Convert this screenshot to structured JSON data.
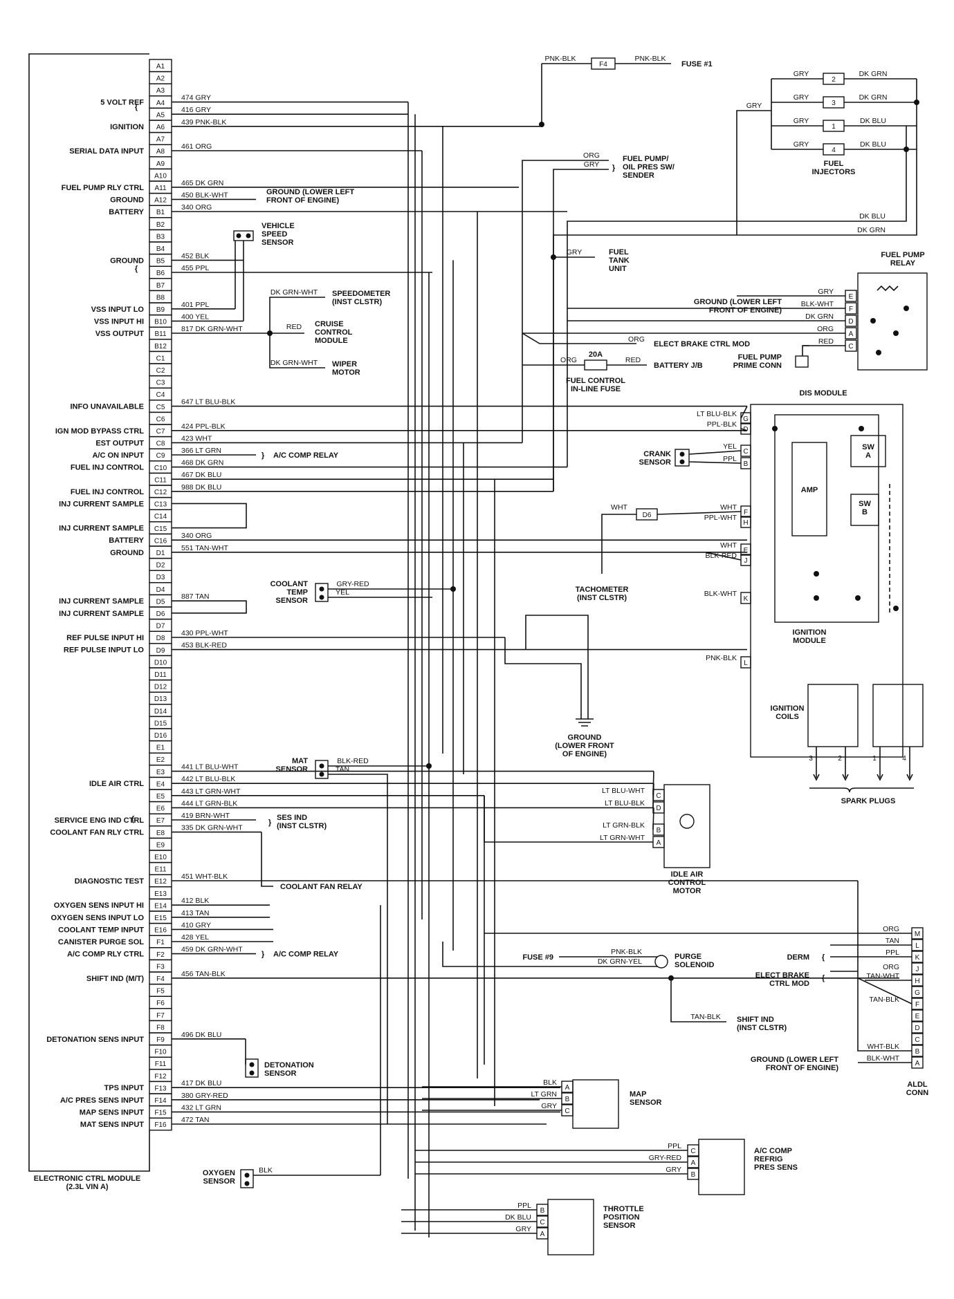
{
  "ecm": {
    "pins": [
      "A1",
      "A2",
      "A3",
      "A4",
      "A5",
      "A6",
      "A7",
      "A8",
      "A9",
      "A10",
      "A11",
      "A12",
      "B1",
      "B2",
      "B3",
      "B4",
      "B5",
      "B6",
      "B7",
      "B8",
      "B9",
      "B10",
      "B11",
      "B12",
      "C1",
      "C2",
      "C3",
      "C4",
      "C5",
      "C6",
      "C7",
      "C8",
      "C9",
      "C10",
      "C11",
      "C12",
      "C13",
      "C14",
      "C15",
      "C16",
      "D1",
      "D2",
      "D3",
      "D4",
      "D5",
      "D6",
      "D7",
      "D8",
      "D9",
      "D10",
      "D11",
      "D12",
      "D13",
      "D14",
      "D15",
      "D16",
      "E1",
      "E2",
      "E3",
      "E4",
      "E5",
      "E6",
      "E7",
      "E8",
      "E9",
      "E10",
      "E11",
      "E12",
      "E13",
      "E14",
      "E15",
      "E16",
      "F1",
      "F2",
      "F3",
      "F4",
      "F5",
      "F6",
      "F7",
      "F8",
      "F9",
      "F10",
      "F11",
      "F12",
      "F13",
      "F14",
      "F15",
      "F16"
    ],
    "title": "ELECTRONIC CTRL MODULE",
    "subtitle": "(2.3L VIN A)"
  },
  "left_labels": [
    {
      "pin": "A4",
      "text": "5 VOLT REF"
    },
    {
      "pin": "A6",
      "text": "IGNITION"
    },
    {
      "pin": "A8",
      "text": "SERIAL DATA INPUT"
    },
    {
      "pin": "A11",
      "text": "FUEL PUMP RLY CTRL"
    },
    {
      "pin": "A12",
      "text": "GROUND"
    },
    {
      "pin": "B1",
      "text": "BATTERY"
    },
    {
      "pin": "B5",
      "text": "GROUND"
    },
    {
      "pin": "B9",
      "text": "VSS INPUT LO"
    },
    {
      "pin": "B10",
      "text": "VSS INPUT HI"
    },
    {
      "pin": "B11",
      "text": "VSS OUTPUT"
    },
    {
      "pin": "C5",
      "text": "INFO UNAVAILABLE"
    },
    {
      "pin": "C7",
      "text": "IGN MOD BYPASS CTRL"
    },
    {
      "pin": "C8",
      "text": "EST OUTPUT"
    },
    {
      "pin": "C9",
      "text": "A/C ON INPUT"
    },
    {
      "pin": "C10",
      "text": "FUEL INJ CONTROL"
    },
    {
      "pin": "C12",
      "text": "FUEL INJ CONTROL"
    },
    {
      "pin": "C13",
      "text": "INJ CURRENT SAMPLE"
    },
    {
      "pin": "C15",
      "text": "INJ CURRENT SAMPLE"
    },
    {
      "pin": "C16",
      "text": "BATTERY"
    },
    {
      "pin": "D1",
      "text": "GROUND"
    },
    {
      "pin": "D5",
      "text": "INJ CURRENT SAMPLE"
    },
    {
      "pin": "D6",
      "text": "INJ CURRENT SAMPLE"
    },
    {
      "pin": "D8",
      "text": "REF PULSE INPUT HI"
    },
    {
      "pin": "D9",
      "text": "REF PULSE INPUT LO"
    },
    {
      "pin": "E4",
      "text": "IDLE AIR CTRL"
    },
    {
      "pin": "E7",
      "text": "SERVICE ENG IND CTRL"
    },
    {
      "pin": "E8",
      "text": "COOLANT FAN RLY CTRL"
    },
    {
      "pin": "E12",
      "text": "DIAGNOSTIC TEST"
    },
    {
      "pin": "E14",
      "text": "OXYGEN SENS INPUT HI"
    },
    {
      "pin": "E15",
      "text": "OXYGEN SENS INPUT LO"
    },
    {
      "pin": "E16",
      "text": "COOLANT TEMP INPUT"
    },
    {
      "pin": "F1",
      "text": "CANISTER PURGE SOL"
    },
    {
      "pin": "F2",
      "text": "A/C COMP RLY CTRL"
    },
    {
      "pin": "F4",
      "text": "SHIFT IND (M/T)"
    },
    {
      "pin": "F9",
      "text": "DETONATION SENS INPUT"
    },
    {
      "pin": "F13",
      "text": "TPS INPUT"
    },
    {
      "pin": "F14",
      "text": "A/C PRES SENS INPUT"
    },
    {
      "pin": "F15",
      "text": "MAP SENS INPUT"
    },
    {
      "pin": "F16",
      "text": "MAT SENS INPUT"
    }
  ],
  "wires": [
    {
      "pin": "A4",
      "label": "474 GRY"
    },
    {
      "pin": "A5",
      "label": "416 GRY"
    },
    {
      "pin": "A6",
      "label": "439 PNK-BLK"
    },
    {
      "pin": "A8",
      "label": "461 ORG"
    },
    {
      "pin": "A11",
      "label": "465 DK GRN"
    },
    {
      "pin": "A12",
      "label": "450 BLK-WHT"
    },
    {
      "pin": "B1",
      "label": "340 ORG"
    },
    {
      "pin": "B5",
      "label": "452 BLK"
    },
    {
      "pin": "B6",
      "label": "455 PPL"
    },
    {
      "pin": "B9",
      "label": "401 PPL"
    },
    {
      "pin": "B10",
      "label": "400 YEL"
    },
    {
      "pin": "B11",
      "label": "817 DK GRN-WHT"
    },
    {
      "pin": "C5",
      "label": "647 LT BLU-BLK"
    },
    {
      "pin": "C7",
      "label": "424 PPL-BLK"
    },
    {
      "pin": "C8",
      "label": "423 WHT"
    },
    {
      "pin": "C9",
      "label": "366 LT GRN"
    },
    {
      "pin": "C10",
      "label": "468 DK GRN"
    },
    {
      "pin": "C11",
      "label": "467 DK BLU"
    },
    {
      "pin": "C12",
      "label": "988 DK BLU"
    },
    {
      "pin": "C16",
      "label": "340 ORG"
    },
    {
      "pin": "D1",
      "label": "551 TAN-WHT"
    },
    {
      "pin": "D5",
      "label": "887 TAN"
    },
    {
      "pin": "D8",
      "label": "430 PPL-WHT"
    },
    {
      "pin": "D9",
      "label": "453 BLK-RED"
    },
    {
      "pin": "E3",
      "label": "441 LT BLU-WHT"
    },
    {
      "pin": "E4",
      "label": "442 LT BLU-BLK"
    },
    {
      "pin": "E5",
      "label": "443 LT GRN-WHT"
    },
    {
      "pin": "E6",
      "label": "444 LT GRN-BLK"
    },
    {
      "pin": "E7",
      "label": "419 BRN-WHT"
    },
    {
      "pin": "E8",
      "label": "335 DK GRN-WHT"
    },
    {
      "pin": "E12",
      "label": "451 WHT-BLK"
    },
    {
      "pin": "E14",
      "label": "412 BLK"
    },
    {
      "pin": "E15",
      "label": "413 TAN"
    },
    {
      "pin": "E16",
      "label": "410 GRY"
    },
    {
      "pin": "F1",
      "label": "428 YEL"
    },
    {
      "pin": "F2",
      "label": "459 DK GRN-WHT"
    },
    {
      "pin": "F4",
      "label": "456 TAN-BLK"
    },
    {
      "pin": "F9",
      "label": "496 DK BLU"
    },
    {
      "pin": "F13",
      "label": "417 DK BLU"
    },
    {
      "pin": "F14",
      "label": "380 GRY-RED"
    },
    {
      "pin": "F15",
      "label": "432 LT GRN"
    },
    {
      "pin": "F16",
      "label": "472 TAN"
    }
  ],
  "components": {
    "fuse1": "FUSE #1",
    "f4": "F4",
    "fuse1_wire_a": "PNK-BLK",
    "fuse1_wire_b": "PNK-BLK",
    "injectors_title": "FUEL",
    "injectors_title2": "INJECTORS",
    "injector_nums": [
      "2",
      "3",
      "1",
      "4"
    ],
    "injector_in": [
      "GRY",
      "GRY",
      "GRY",
      "GRY"
    ],
    "injector_out": [
      "DK GRN",
      "DK GRN",
      "DK BLU",
      "DK BLU"
    ],
    "injector_gry": "GRY",
    "fuel_pump_sender": [
      "FUEL PUMP/",
      "OIL PRES SW/",
      "SENDER"
    ],
    "fps_wires": [
      "ORG",
      "GRY"
    ],
    "dk_blu": "DK BLU",
    "dk_grn": "DK GRN",
    "vss": [
      "VEHICLE",
      "SPEED",
      "SENSOR"
    ],
    "speedometer": [
      "SPEEDOMETER",
      "(INST CLSTR)"
    ],
    "speedo_wire": "DK GRN-WHT",
    "cruise": [
      "CRUISE",
      "CONTROL",
      "MODULE"
    ],
    "cruise_wire": "RED",
    "wiper": [
      "WIPER",
      "MOTOR"
    ],
    "wiper_wire": "DK GRN-WHT",
    "ground_a12": [
      "GROUND (LOWER LEFT",
      "FRONT OF ENGINE)"
    ],
    "fuel_tank": [
      "FUEL",
      "TANK",
      "UNIT"
    ],
    "fuel_tank_wire": "GRY",
    "fp_relay": [
      "FUEL PUMP",
      "RELAY"
    ],
    "fp_relay_pins": [
      "E",
      "F",
      "D",
      "A",
      "C"
    ],
    "fp_relay_wires": [
      "GRY",
      "BLK-WHT",
      "DK GRN",
      "ORG",
      "RED"
    ],
    "fp_ground": [
      "GROUND (LOWER LEFT",
      "FRONT OF ENGINE)"
    ],
    "elect_brake": "ELECT BRAKE CTRL MOD",
    "elect_brake_wire": "ORG",
    "fuse20": "20A",
    "fuse20_wires": [
      "ORG",
      "RED"
    ],
    "battery_jb": "BATTERY J/B",
    "fuel_fuse": [
      "FUEL CONTROL",
      "IN-LINE FUSE"
    ],
    "fp_prime": [
      "FUEL PUMP",
      "PRIME CONN"
    ],
    "dis_title": "DIS MODULE",
    "dis_pins": [
      "G",
      "D",
      "C",
      "B",
      "F",
      "H",
      "E",
      "J",
      "K",
      "L"
    ],
    "dis_wires": [
      "LT BLU-BLK",
      "PPL-BLK",
      "YEL",
      "PPL",
      "WHT",
      "PPL-WHT",
      "WHT",
      "BLK-RED",
      "BLK-WHT",
      "PNK-BLK"
    ],
    "crank": [
      "CRANK",
      "SENSOR"
    ],
    "d6": "D6",
    "d6_wire": "WHT",
    "amp": "AMP",
    "swa": [
      "SW",
      "A"
    ],
    "swb": [
      "SW",
      "B"
    ],
    "ign_module": [
      "IGNITION",
      "MODULE"
    ],
    "ign_coils": [
      "IGNITION",
      "COILS"
    ],
    "coil_nums": [
      "3",
      "2",
      "1",
      "4"
    ],
    "spark_plugs": "SPARK PLUGS",
    "tach": [
      "TACHOMETER",
      "(INST CLSTR)"
    ],
    "ground_front": [
      "GROUND",
      "(LOWER FRONT",
      "OF ENGINE)"
    ],
    "coolant_temp": [
      "COOLANT",
      "TEMP",
      "SENSOR"
    ],
    "coolant_wires": [
      "GRY-RED",
      "YEL"
    ],
    "mat": [
      "MAT",
      "SENSOR"
    ],
    "mat_wires": [
      "BLK-RED",
      "TAN"
    ],
    "iac_title": [
      "IDLE AIR",
      "CONTROL",
      "MOTOR"
    ],
    "iac_pins": [
      "C",
      "D",
      "B",
      "A"
    ],
    "iac_wires": [
      "LT BLU-WHT",
      "LT BLU-BLK",
      "LT GRN-BLK",
      "LT GRN-WHT"
    ],
    "ses": [
      "SES IND",
      "(INST CLSTR)"
    ],
    "coolant_fan": "COOLANT FAN RELAY",
    "ac_relay_c9": "A/C COMP RELAY",
    "ac_relay_f2": "A/C COMP RELAY",
    "aldl_pins": [
      "M",
      "L",
      "K",
      "J",
      "H",
      "G",
      "F",
      "E",
      "D",
      "C",
      "B",
      "A"
    ],
    "aldl_wires": [
      "ORG",
      "TAN",
      "PPL",
      "ORG",
      "TAN-WHT",
      "TAN-BLK",
      "WHT-BLK",
      "BLK-WHT"
    ],
    "aldl": [
      "ALDL",
      "CONN"
    ],
    "derm": "DERM",
    "ebcm": [
      "ELECT BRAKE",
      "CTRL MOD"
    ],
    "fuse9": "FUSE #9",
    "purge_wires": [
      "PNK-BLK",
      "DK GRN-YEL"
    ],
    "purge": [
      "PURGE",
      "SOLENOID"
    ],
    "shift_ind": [
      "SHIFT IND",
      "(INST CLSTR)"
    ],
    "shift_wire": "TAN-BLK",
    "aldl_ground": [
      "GROUND (LOWER LEFT",
      "FRONT OF ENGINE)"
    ],
    "detonation": [
      "DETONATION",
      "SENSOR"
    ],
    "map": [
      "MAP",
      "SENSOR"
    ],
    "map_pins": [
      "A",
      "B",
      "C"
    ],
    "map_wires": [
      "BLK",
      "LT GRN",
      "GRY"
    ],
    "ac_press": [
      "A/C COMP",
      "REFRIG",
      "PRES SENS"
    ],
    "ac_press_pins": [
      "C",
      "A",
      "B"
    ],
    "ac_press_wires": [
      "PPL",
      "GRY-RED",
      "GRY"
    ],
    "o2": [
      "OXYGEN",
      "SENSOR"
    ],
    "o2_wire": "BLK",
    "tps": [
      "THROTTLE",
      "POSITION",
      "SENSOR"
    ],
    "tps_pins": [
      "B",
      "C",
      "A"
    ],
    "tps_wires": [
      "PPL",
      "DK BLU",
      "GRY"
    ]
  }
}
